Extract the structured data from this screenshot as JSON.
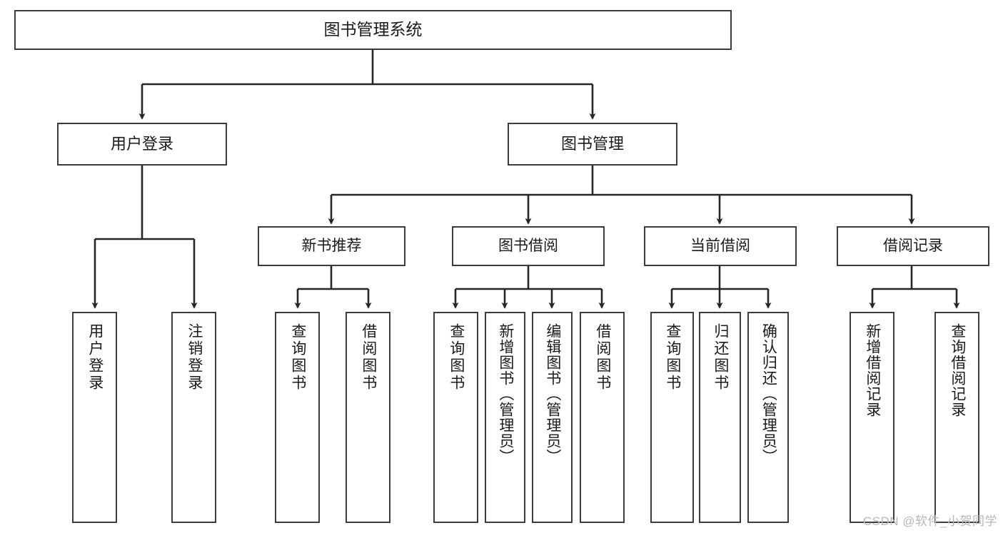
{
  "diagram": {
    "title": "图书管理系统",
    "type": "tree-hierarchy",
    "watermark": "CSDN @软件_小贺同学",
    "colors": {
      "box_border": "#3c3c3c",
      "box_fill": "#ffffff",
      "edge": "#262626",
      "text": "#1a1a1a",
      "watermark": "#b7b7b7",
      "background": "#ffffff"
    },
    "nodes": {
      "root": {
        "label": "图书管理系统"
      },
      "level1": [
        {
          "id": "user-login",
          "label": "用户登录"
        },
        {
          "id": "book-manage",
          "label": "图书管理"
        }
      ],
      "level2": [
        {
          "id": "new-book-recommend",
          "label": "新书推荐"
        },
        {
          "id": "book-borrow",
          "label": "图书借阅"
        },
        {
          "id": "current-borrow",
          "label": "当前借阅"
        },
        {
          "id": "borrow-record",
          "label": "借阅记录"
        }
      ],
      "leaves": {
        "user_login": [
          {
            "id": "leaf-user-login",
            "label": "用户登录"
          },
          {
            "id": "leaf-user-logout",
            "label": "注销登录"
          }
        ],
        "new_book_recommend": [
          {
            "id": "leaf-query-book-1",
            "label": "查询图书"
          },
          {
            "id": "leaf-borrow-book-1",
            "label": "借阅图书"
          }
        ],
        "book_borrow": [
          {
            "id": "leaf-query-book-2",
            "label": "查询图书"
          },
          {
            "id": "leaf-add-book",
            "label": "新增图书（管理员）"
          },
          {
            "id": "leaf-edit-book",
            "label": "编辑图书（管理员）"
          },
          {
            "id": "leaf-borrow-book-2",
            "label": "借阅图书"
          }
        ],
        "current_borrow": [
          {
            "id": "leaf-query-book-3",
            "label": "查询图书"
          },
          {
            "id": "leaf-return-book",
            "label": "归还图书"
          },
          {
            "id": "leaf-confirm-return",
            "label": "确认归还（管理员）"
          }
        ],
        "borrow_record": [
          {
            "id": "leaf-add-record",
            "label": "新增借阅记录"
          },
          {
            "id": "leaf-query-record",
            "label": "查询借阅记录"
          }
        ]
      }
    }
  }
}
